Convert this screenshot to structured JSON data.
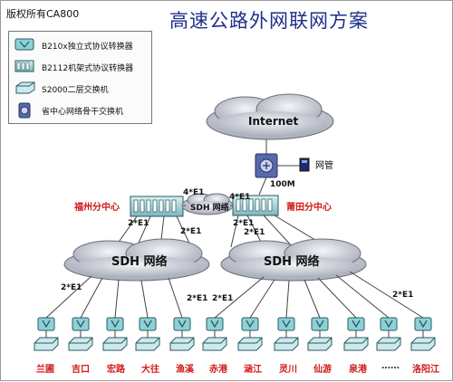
{
  "watermark": "版权所有CA800",
  "title": "高速公路外网联网方案",
  "legend": [
    {
      "icon": "b210x-converter-icon",
      "label": "B210x独立式协议转换器"
    },
    {
      "icon": "b2112-rack-converter-icon",
      "label": "B2112机架式协议转换器"
    },
    {
      "icon": "s2000-switch-icon",
      "label": "S2000二层交换机"
    },
    {
      "icon": "backbone-switch-icon",
      "label": "省中心网络骨干交换机"
    }
  ],
  "nodes": {
    "internet": "Internet",
    "netmgmt": "网管",
    "sdh_center": "SDH 网络",
    "sdh_left": "SDH 网络",
    "sdh_right": "SDH 网络",
    "fuzhou": "福州分中心",
    "putian": "莆田分中心"
  },
  "link_labels": {
    "bw_100m": "100M",
    "e1_left_top": "4*E1",
    "e1_right_top": "4*E1",
    "e1_fz_down": "2*E1",
    "e1_fz_down2": "2*E1",
    "e1_pt_down": "2*E1",
    "e1_pt_down2": "2*E1",
    "e1_left_leaf": "2*E1",
    "e1_mid_left": "2*E1",
    "e1_mid_right": "2*E1",
    "e1_right_leaf": "2*E1"
  },
  "sites": [
    "兰圃",
    "吉口",
    "宏路",
    "大往",
    "渔溪",
    "赤港",
    "涵江",
    "灵川",
    "仙游",
    "泉港",
    "……",
    "洛阳江"
  ],
  "colors": {
    "title": "#1f2f8a",
    "site_label": "#d11a1a",
    "cloud": "#d0d3dc"
  }
}
